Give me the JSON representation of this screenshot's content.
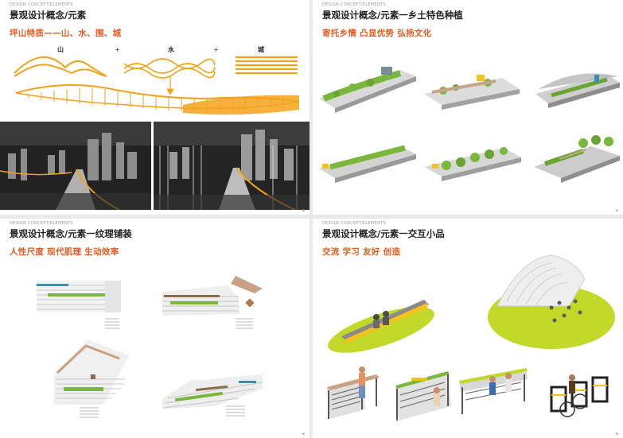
{
  "colors": {
    "accent_orange": "#f3a21c",
    "title_orange": "#e45a21",
    "plant_green": "#79b83d",
    "paving_blue": "#3a8fb7"
  },
  "panels": [
    {
      "kicker": "DESIGN CONCEPT/ELEMENTS",
      "title": "景观设计概念/元素",
      "subtitle": "坪山特质——山、水、围、城",
      "labels": {
        "mountain": "山",
        "water": "水",
        "city": "城",
        "plus": "+"
      },
      "icons": [
        "mountain-line-icon",
        "water-wave-icon",
        "city-stripes-icon",
        "down-arrow-icon"
      ]
    },
    {
      "kicker": "DESIGN CONCEPT/ELEMENTS",
      "title": "景观设计概念/元素一乡土特色种植",
      "subtitle": "寄托乡情  凸显优势  弘扬文化"
    },
    {
      "kicker": "DESIGN CONCEPT/ELEMENTS",
      "title": "景观设计概念/元素一纹理铺装",
      "subtitle": "人性尺度  现代肌理  生动效率"
    },
    {
      "kicker": "DESIGN CONCEPT/ELEMENTS",
      "title": "景观设计概念/元素一交互小品",
      "subtitle": "交流  学习  友好  创造"
    }
  ]
}
